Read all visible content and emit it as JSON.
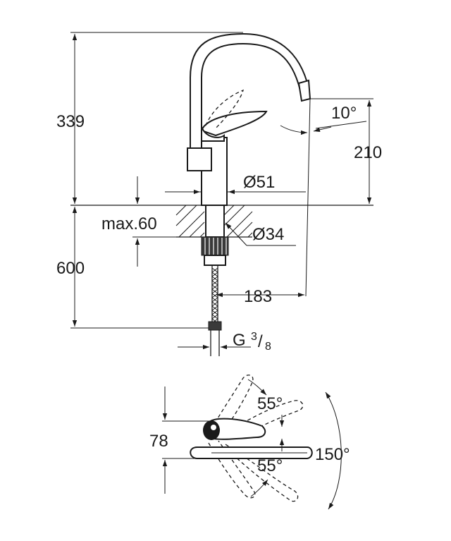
{
  "dimensions": {
    "total_height": "339",
    "outlet_height": "210",
    "spout_angle": "10°",
    "base_diameter": "Ø51",
    "max_thickness": "max.60",
    "hole_diameter": "Ø34",
    "hose_length": "600",
    "reach": "183",
    "thread_main": "G",
    "thread_fraction_num": "3",
    "thread_fraction_den": "8",
    "handle_height": "78",
    "lever_angle_upper": "55°",
    "lever_angle_lower": "55°",
    "swivel_angle": "150°"
  },
  "colors": {
    "line": "#1a1a1a",
    "background": "#ffffff"
  }
}
